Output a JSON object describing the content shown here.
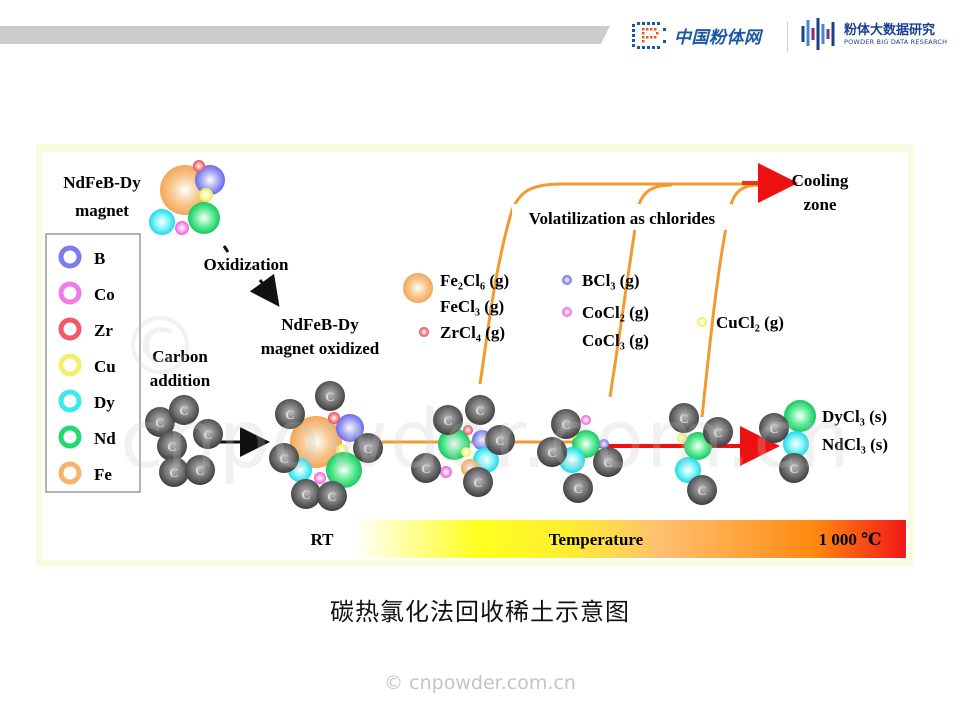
{
  "header": {
    "logo_primary_text": "中国粉体网",
    "logo_secondary_title": "粉体大数据研究",
    "logo_secondary_subtitle": "POWDER BIG DATA RESEARCH"
  },
  "diagram": {
    "start_label_line1": "NdFeB-Dy",
    "start_label_line2": "magnet",
    "oxidization_label": "Oxidization",
    "carbon_label_line1": "Carbon",
    "carbon_label_line2": "addition",
    "oxidized_label_line1": "NdFeB-Dy",
    "oxidized_label_line2": "magnet oxidized",
    "volatilization_label": "Volatilization as chlorides",
    "cooling_label_line1": "Cooling",
    "cooling_label_line2": "zone",
    "carbon_symbol": "C",
    "legend": [
      {
        "element": "B",
        "color": "#7b7cf0"
      },
      {
        "element": "Co",
        "color": "#f07ae8"
      },
      {
        "element": "Zr",
        "color": "#f05a68"
      },
      {
        "element": "Cu",
        "color": "#f2f06a"
      },
      {
        "element": "Dy",
        "color": "#3fe8f0"
      },
      {
        "element": "Nd",
        "color": "#22d870"
      },
      {
        "element": "Fe",
        "color": "#f6b36a"
      }
    ],
    "chlorides_group1": {
      "fe2cl6": "Fe₂Cl₆ (g)",
      "fecl3": "FeCl₃ (g)",
      "zrcl4": "ZrCl₄ (g)"
    },
    "chlorides_group2": {
      "bcl3": "BCl₃ (g)",
      "cocl2": "CoCl₂ (g)",
      "cocl3": "CoCl₃ (g)"
    },
    "chlorides_group3": {
      "cucl2": "CuCl₂ (g)"
    },
    "products": {
      "dycl3": "DyCl₃ (s)",
      "ndcl3": "NdCl₃ (s)"
    },
    "temperature_bar": {
      "start": "RT",
      "label": "Temperature",
      "end": "1 000 ℃"
    }
  },
  "caption": "碳热氯化法回收稀土示意图",
  "copyright": "© cnpowder.com.cn",
  "watermark": "© cnpowder.com.cn"
}
